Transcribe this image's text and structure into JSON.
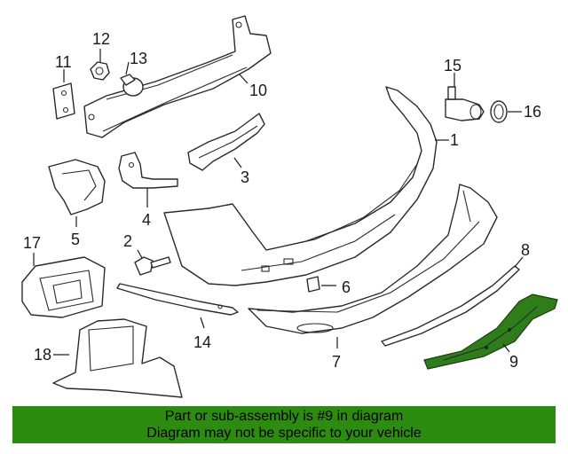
{
  "diagram": {
    "callouts": {
      "c1": "1",
      "c2": "2",
      "c3": "3",
      "c4": "4",
      "c5": "5",
      "c6": "6",
      "c7": "7",
      "c8": "8",
      "c9": "9",
      "c10": "10",
      "c11": "11",
      "c12": "12",
      "c13": "13",
      "c14": "14",
      "c15": "15",
      "c16": "16",
      "c17": "17",
      "c18": "18"
    },
    "highlight_color": "#2e7d1a",
    "highlighted_part": "9"
  },
  "banner": {
    "line1": "Part or sub-assembly is #9 in diagram",
    "line2": "Diagram may not be specific to your vehicle",
    "background": "#2e8b12"
  }
}
